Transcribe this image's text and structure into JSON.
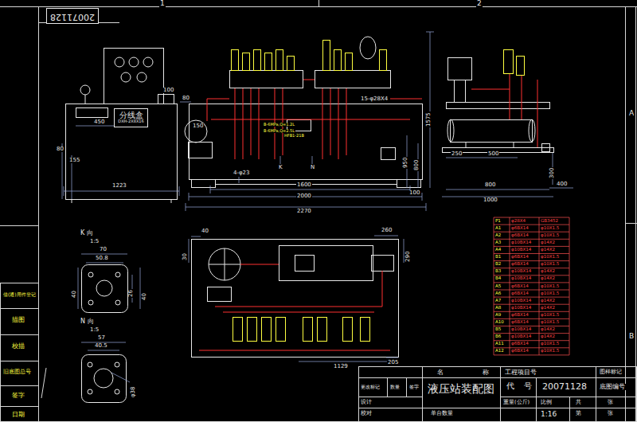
{
  "diagram": {
    "title": "液压站装配图",
    "nodes": [
      {
        "text": [
          "20071128"
        ]
      },
      {
        "text": [
          "分线盒",
          "DXH-2X8X16"
        ]
      }
    ],
    "labels": [
      "1",
      "2",
      "A",
      "B",
      "450",
      "80",
      "155",
      "1223",
      "80",
      "150",
      "4-φ23",
      "K",
      "N",
      "1600",
      "2000",
      "2270",
      "100",
      "15-φ28X4",
      "1575",
      "950",
      "800",
      "250",
      "500",
      "800",
      "1000",
      "400",
      "300",
      "K 向",
      "1:5",
      "70",
      "50.8",
      "40",
      "26",
      "40",
      "N 向",
      "1:5",
      "57",
      "40.5",
      "φ38",
      "40",
      "260",
      "30",
      "290",
      "1129",
      "205",
      "B-6MPa,Q=1.2L",
      "B-6MPa,Q=2.5L",
      "HFB1-21B",
      "100",
      "借(通)用件登记",
      "描图",
      "校描",
      "旧底图总号",
      "签字",
      "日期",
      "P1",
      "φ28X4",
      "GB3452",
      "A1",
      "φ6BX14",
      "φ10X1.5",
      "A2",
      "φ6BX14",
      "φ10X1.5",
      "A3",
      "φ10BX14",
      "φ14X2",
      "A4",
      "φ10BX14",
      "φ14X2",
      "B1",
      "φ6BX14",
      "φ10X1.5",
      "B2",
      "φ6BX14",
      "φ10X1.5",
      "B3",
      "φ10BX14",
      "φ14X2",
      "B4",
      "φ10BX14",
      "φ14X2",
      "A5",
      "φ6BX14",
      "φ10X1.5",
      "A6",
      "φ6BX14",
      "φ10X1.5",
      "A7",
      "φ10BX14",
      "φ14X2",
      "A8",
      "φ10BX14",
      "φ14X2",
      "A9",
      "φ6BX14",
      "φ10X1.5",
      "A10",
      "φ6BX14",
      "φ10X1.5",
      "B5",
      "φ10BX14",
      "φ14X2",
      "B6",
      "φ10BX14",
      "φ14X2",
      "A11",
      "φ6BX14",
      "φ10X1.5",
      "A12",
      "φ6BX14",
      "φ10X1.5",
      "名",
      "称",
      "工程项目号",
      "图样标记",
      "更改标记",
      "数量",
      "签字",
      "代",
      "号",
      "20071128",
      "底图编号",
      "重量(公斤)",
      "比例",
      "共",
      "张",
      "1:16",
      "第",
      "张",
      "设计",
      "校对",
      "单台数量"
    ]
  }
}
